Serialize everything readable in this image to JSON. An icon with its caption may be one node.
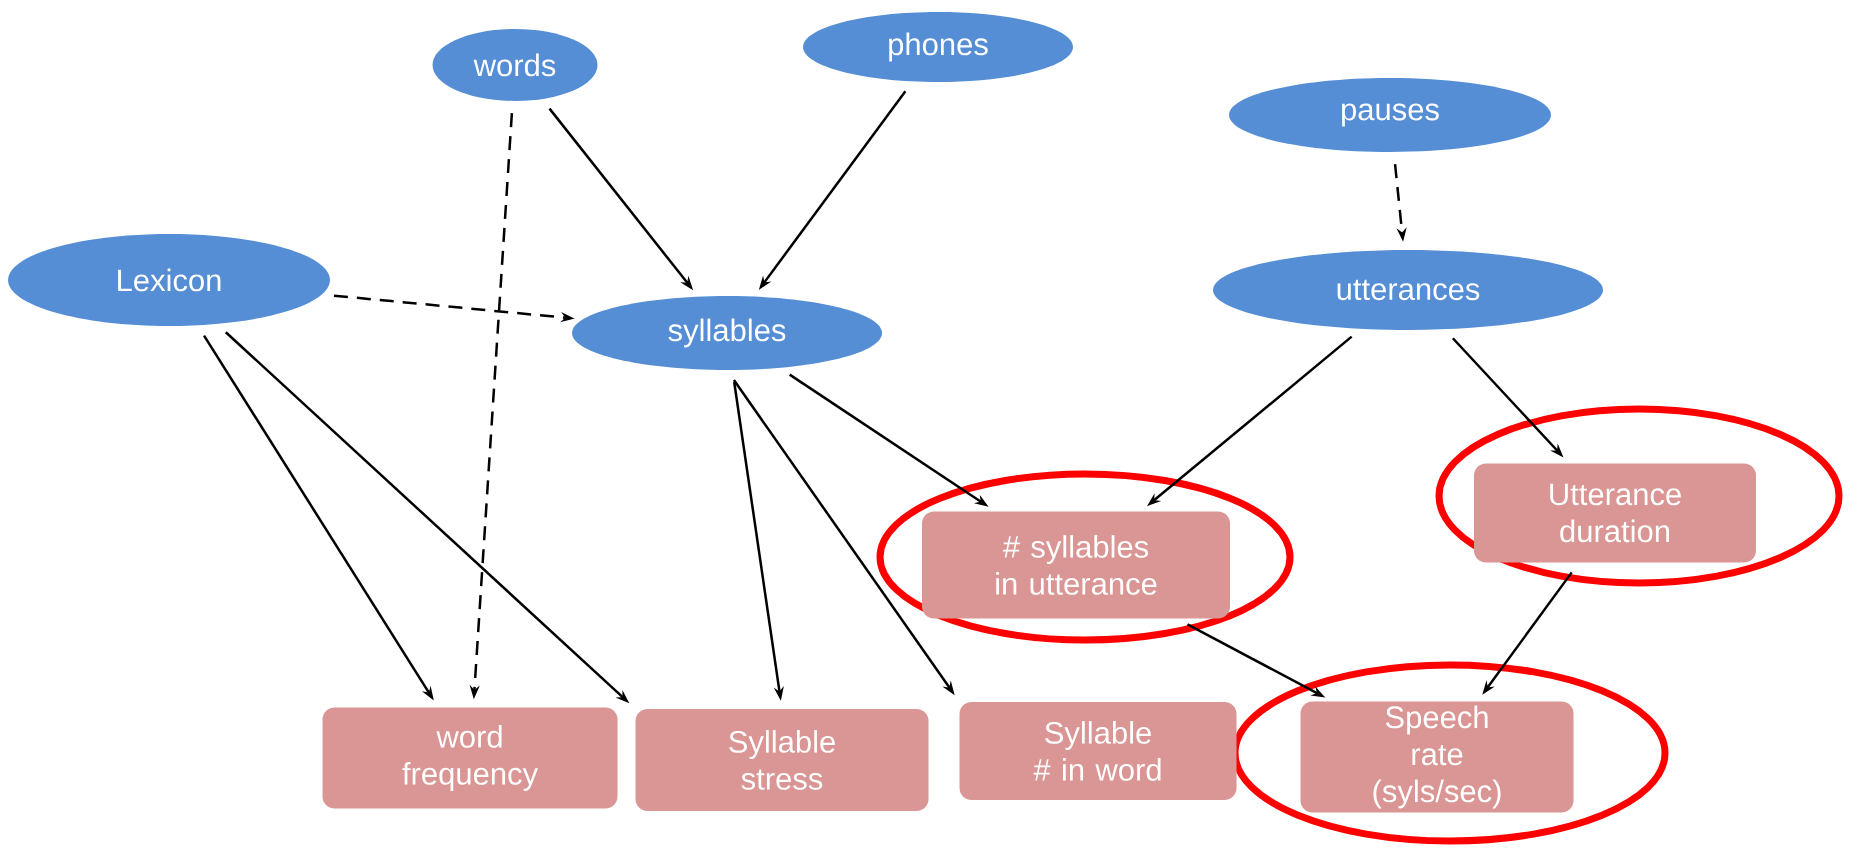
{
  "diagram": {
    "nodes": [
      {
        "text": [
          "words"
        ]
      },
      {
        "text": [
          "phones"
        ]
      },
      {
        "text": [
          "pauses"
        ]
      },
      {
        "text": [
          "Lexicon"
        ]
      },
      {
        "text": [
          "syllables"
        ]
      },
      {
        "text": [
          "utterances"
        ]
      },
      {
        "text": [
          "# syllables in utterance"
        ]
      },
      {
        "text": [
          "Utterance duration"
        ]
      },
      {
        "text": [
          "word frequency"
        ]
      },
      {
        "text": [
          "Syllable stress"
        ]
      },
      {
        "text": [
          "Syllable # in word"
        ]
      },
      {
        "text": [
          "Speech rate (syls/sec)"
        ]
      }
    ],
    "edges": [
      {
        "from": 0,
        "to": 4,
        "arrow": "to"
      },
      {
        "from": 0,
        "to": 8,
        "arrow": "to",
        "style": "dashed"
      },
      {
        "from": 1,
        "to": 4,
        "arrow": "to"
      },
      {
        "from": 2,
        "to": 5,
        "arrow": "to",
        "style": "dashed"
      },
      {
        "from": 3,
        "to": 4,
        "arrow": "to",
        "style": "dashed"
      },
      {
        "from": 3,
        "to": 8,
        "arrow": "to"
      },
      {
        "from": 3,
        "to": 9,
        "arrow": "to"
      },
      {
        "from": 4,
        "to": 9,
        "arrow": "to"
      },
      {
        "from": 4,
        "to": 10,
        "arrow": "to"
      },
      {
        "from": 4,
        "to": 6,
        "arrow": "to"
      },
      {
        "from": 5,
        "to": 6,
        "arrow": "to"
      },
      {
        "from": 5,
        "to": 7,
        "arrow": "to"
      },
      {
        "from": 6,
        "to": 11,
        "arrow": "to"
      },
      {
        "from": 7,
        "to": 11,
        "arrow": "to"
      }
    ]
  }
}
